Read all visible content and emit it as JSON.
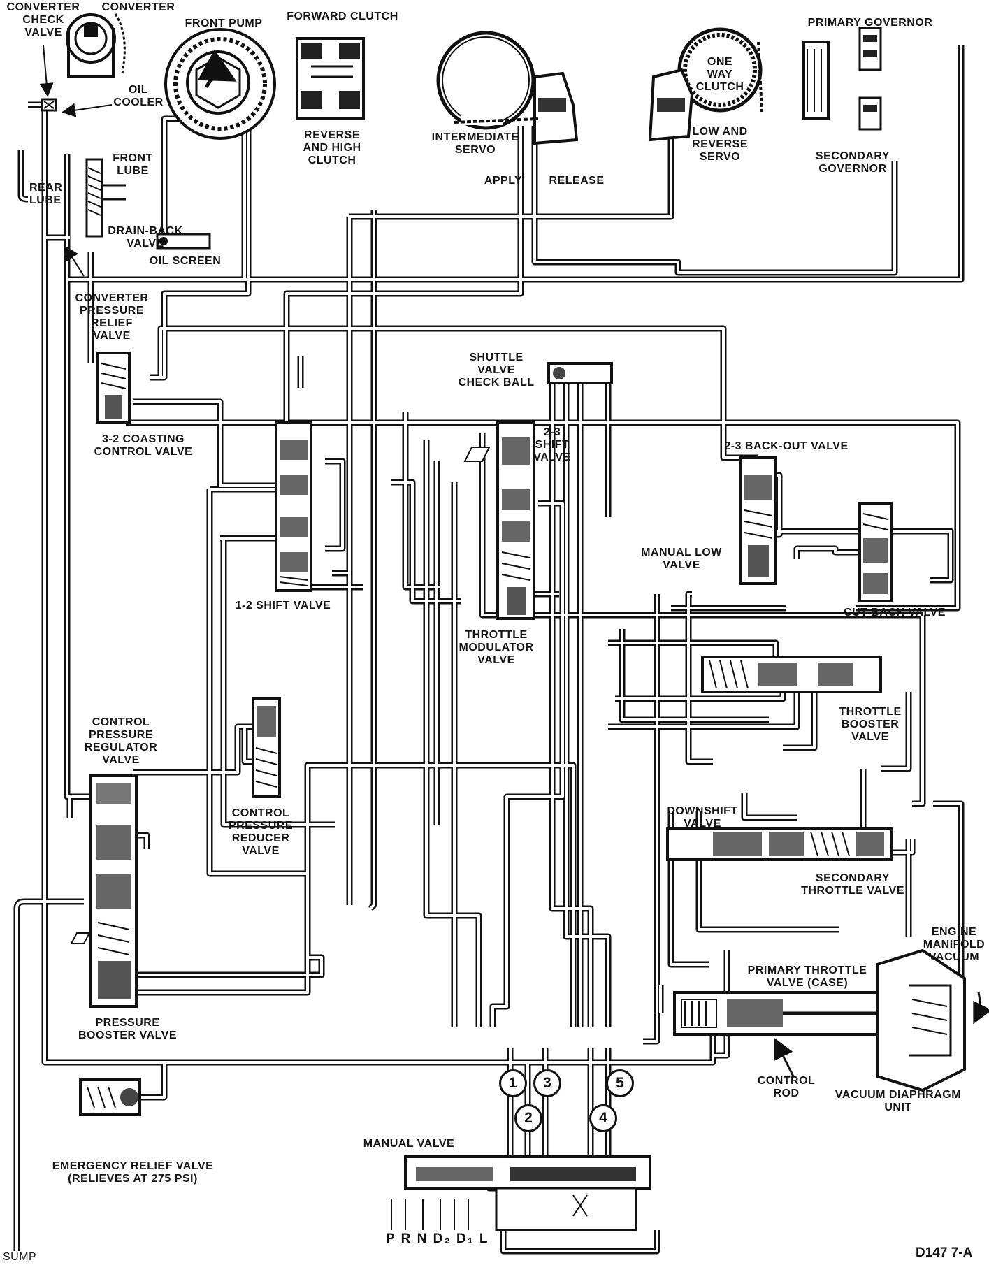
{
  "labels": {
    "converter_check_valve": "CONVERTER\nCHECK\nVALVE",
    "converter": "CONVERTER",
    "front_pump": "FRONT PUMP",
    "forward_clutch": "FORWARD CLUTCH",
    "primary_governor": "PRIMARY GOVERNOR",
    "oil_cooler": "OIL\nCOOLER",
    "one_way_clutch": "ONE\nWAY\nCLUTCH",
    "reverse_and_high_clutch": "REVERSE\nAND HIGH\nCLUTCH",
    "front_lube": "FRONT\nLUBE",
    "rear_lube": "REAR\nLUBE",
    "intermediate_servo": "INTERMEDIATE\nSERVO",
    "low_and_reverse_servo": "LOW AND\nREVERSE\nSERVO",
    "secondary_governor": "SECONDARY\nGOVERNOR",
    "apply": "APPLY",
    "release": "RELEASE",
    "drain_back_valve": "DRAIN-BACK\nVALVE",
    "oil_screen": "OIL SCREEN",
    "converter_pressure_relief_valve": "CONVERTER\nPRESSURE\nRELIEF\nVALVE",
    "shuttle_valve_check_ball": "SHUTTLE\nVALVE\nCHECK BALL",
    "coasting_control_valve": "3-2 COASTING\nCONTROL VALVE",
    "shift_23_valve": "2-3\nSHIFT\nVALVE",
    "backout_23_valve": "2-3 BACK-OUT VALVE",
    "manual_low_valve": "MANUAL LOW\nVALVE",
    "shift_12_valve": "1-2 SHIFT VALVE",
    "throttle_modulator_valve": "THROTTLE\nMODULATOR\nVALVE",
    "cut_back_valve": "CUT-BACK VALVE",
    "throttle_booster_valve": "THROTTLE\nBOOSTER\nVALVE",
    "control_pressure_regulator_valve": "CONTROL\nPRESSURE\nREGULATOR\nVALVE",
    "control_pressure_reducer_valve": "CONTROL\nPRESSURE\nREDUCER\nVALVE",
    "downshift_valve": "DOWNSHIFT\nVALVE",
    "secondary_throttle_valve": "SECONDARY\nTHROTTLE VALVE",
    "engine_manifold_vacuum": "ENGINE\nMANIFOLD\nVACUUM",
    "primary_throttle_valve": "PRIMARY THROTTLE\nVALVE (CASE)",
    "pressure_booster_valve": "PRESSURE\nBOOSTER VALVE",
    "control_rod": "CONTROL\nROD",
    "vacuum_diaphragm_unit": "VACUUM DIAPHRAGM\nUNIT",
    "manual_valve": "MANUAL VALVE",
    "emergency_relief_valve": "EMERGENCY RELIEF VALVE\n(RELIEVES AT 275 PSI)",
    "sump": "SUMP"
  },
  "circuit_numbers": [
    "1",
    "2",
    "3",
    "4",
    "5"
  ],
  "selector_positions": "P R N D₂ D₁ L",
  "figure_id": "D147 7-A"
}
